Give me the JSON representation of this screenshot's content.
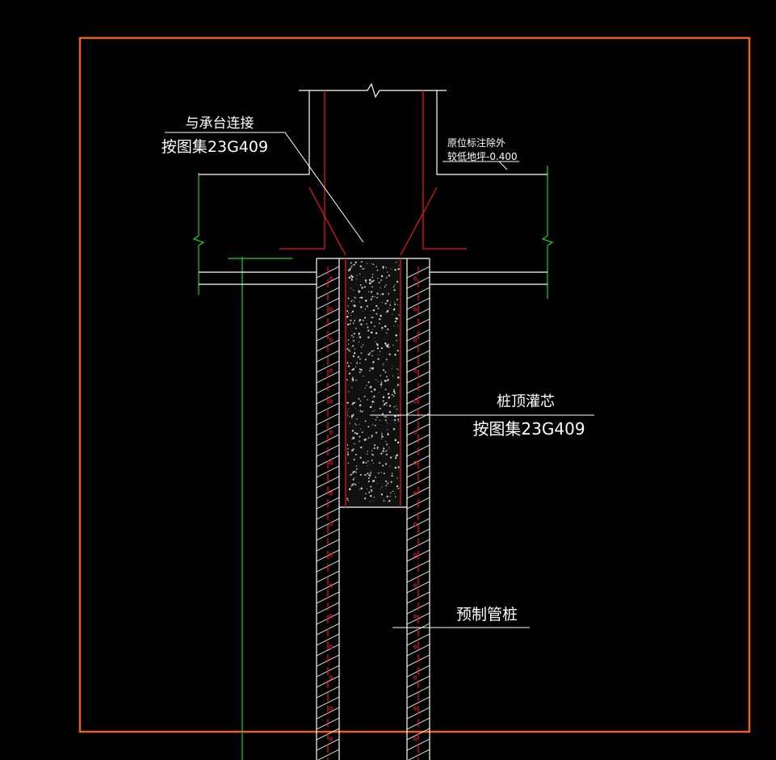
{
  "colors": {
    "background": "#000000",
    "frame": "#e8621a",
    "outline": "#ffffff",
    "rebar": "#e01616",
    "dimension": "#1fd21f",
    "concrete_speckle": "#d8d8d8"
  },
  "annotations": {
    "cap_connection": {
      "title": "与承台连接",
      "ref": "按图集23G409"
    },
    "floor_note": {
      "line1": "原位标注除外",
      "line2": "较低地坪-0.400"
    },
    "core_fill": {
      "title": "桩顶灌芯",
      "ref": "按图集23G409"
    },
    "pile": {
      "title": "预制管桩"
    }
  }
}
